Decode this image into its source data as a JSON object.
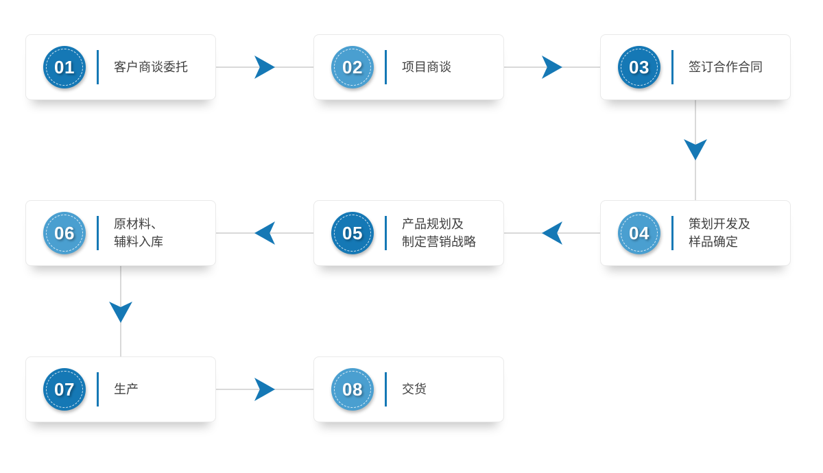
{
  "diagram": {
    "steps": [
      {
        "number": "01",
        "label": "客户商谈委托",
        "tone": "dark"
      },
      {
        "number": "02",
        "label": "项目商谈",
        "tone": "light"
      },
      {
        "number": "03",
        "label": "签订合作合同",
        "tone": "dark"
      },
      {
        "number": "04",
        "label": "策划开发及\n样品确定",
        "tone": "light"
      },
      {
        "number": "05",
        "label": "产品规划及\n制定营销战略",
        "tone": "dark"
      },
      {
        "number": "06",
        "label": "原材料、\n辅料入库",
        "tone": "light"
      },
      {
        "number": "07",
        "label": "生产",
        "tone": "dark"
      },
      {
        "number": "08",
        "label": "交货",
        "tone": "light"
      }
    ],
    "colors": {
      "circle_dark": "#1578b5",
      "circle_light": "#4a9fd0",
      "arrow": "#1578b5",
      "connector": "#d9d9d9",
      "divider": "#1578b5",
      "label_text": "#3f3f3f",
      "card_background": "#ffffff"
    }
  }
}
